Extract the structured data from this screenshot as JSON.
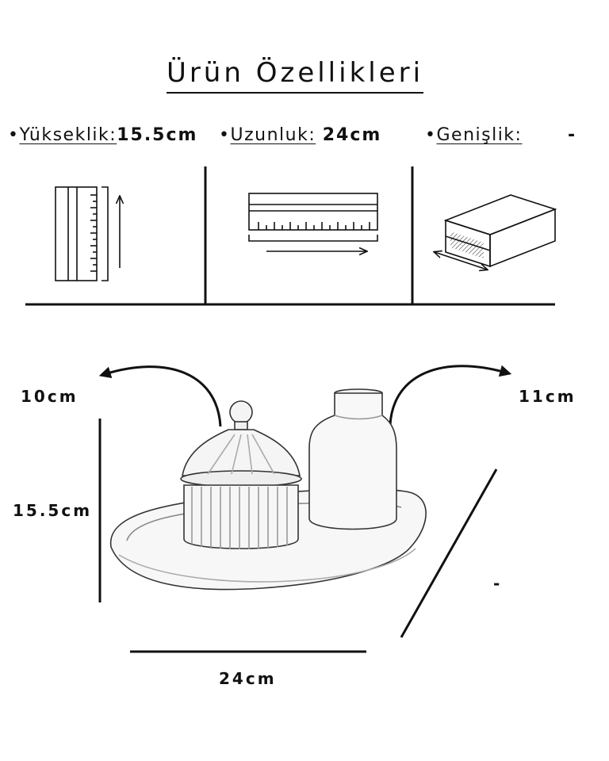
{
  "title": "Ürün Özellikleri",
  "specs": {
    "bullet": "•",
    "height": {
      "label": "Yükseklik:",
      "value": "15.5cm"
    },
    "length": {
      "label": "Uzunluk:",
      "value": "24cm"
    },
    "width": {
      "label": "Genişlik:",
      "value": "-"
    }
  },
  "icons": [
    "ruler-vertical-icon",
    "ruler-horizontal-icon",
    "box-width-icon"
  ],
  "diagram": {
    "left_label": "10cm",
    "right_label": "11cm",
    "height_label": "15.5cm",
    "length_label": "24cm",
    "depth_label": "-"
  },
  "colors": {
    "text": "#111111",
    "background": "#ffffff"
  }
}
